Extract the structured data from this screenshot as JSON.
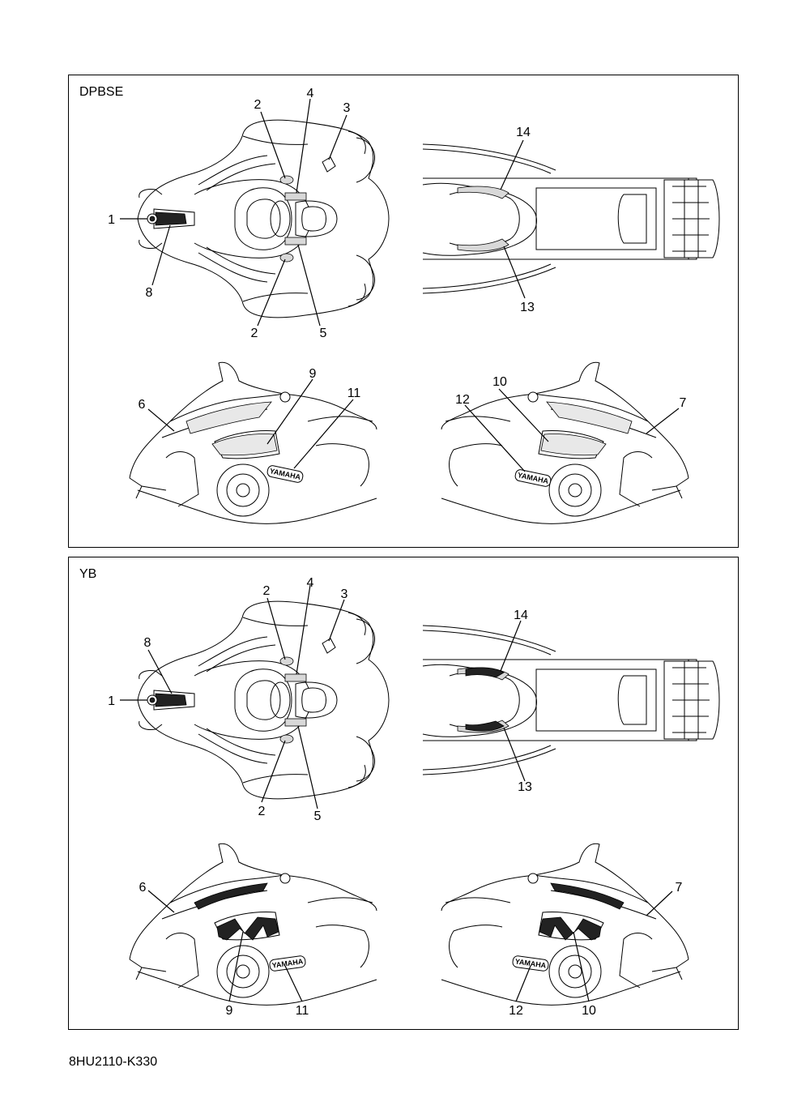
{
  "panels": [
    {
      "label": "DPBSE",
      "callouts": {
        "top_view": [
          "1",
          "2",
          "2",
          "3",
          "4",
          "5",
          "8"
        ],
        "rear_view": [
          "13",
          "14"
        ],
        "left_side": [
          "6",
          "9",
          "11"
        ],
        "right_side": [
          "7",
          "10",
          "12"
        ]
      }
    },
    {
      "label": "YB",
      "callouts": {
        "top_view": [
          "1",
          "2",
          "2",
          "3",
          "4",
          "5",
          "8"
        ],
        "rear_view": [
          "13",
          "14"
        ],
        "left_side": [
          "6",
          "9",
          "11"
        ],
        "right_side": [
          "7",
          "10",
          "12"
        ]
      }
    }
  ],
  "logo_text": "YAMAHA",
  "figure_code": "8HU2110-K330"
}
